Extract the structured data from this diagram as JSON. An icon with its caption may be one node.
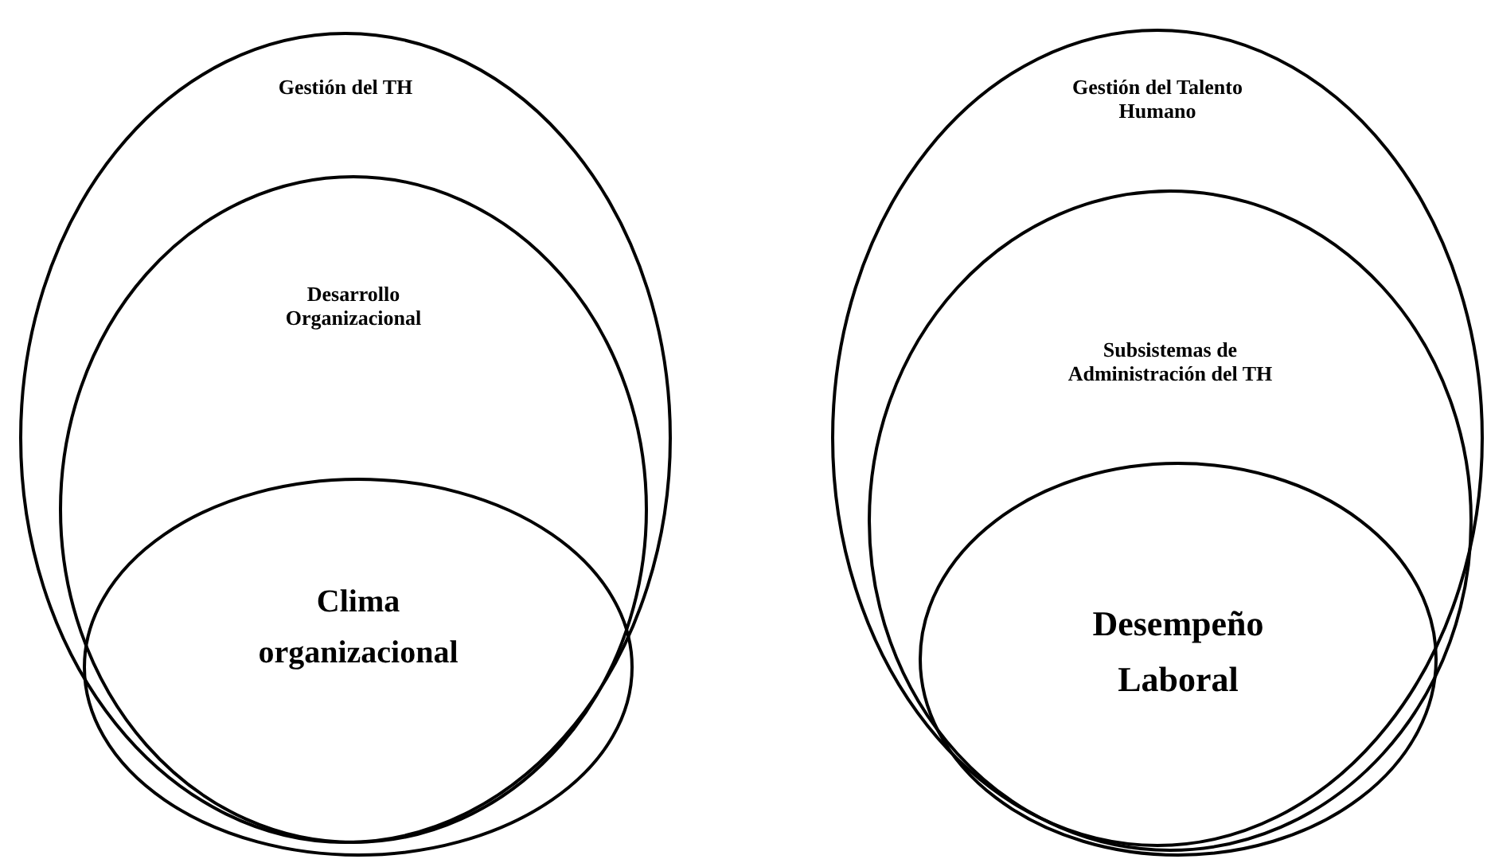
{
  "diagram": {
    "nodes": [
      {
        "text": [
          "Gestión del TH"
        ]
      },
      {
        "text": [
          "Desarrollo Organizacional"
        ],
        "in": 0
      },
      {
        "text": [
          "Clima organizacional"
        ],
        "in": 1
      },
      {
        "text": [
          "Gestión del Talento Humano"
        ]
      },
      {
        "text": [
          "Subsistemas de Administración del TH"
        ],
        "in": 3
      },
      {
        "text": [
          "Desempeño Laboral"
        ],
        "in": 4
      }
    ]
  }
}
